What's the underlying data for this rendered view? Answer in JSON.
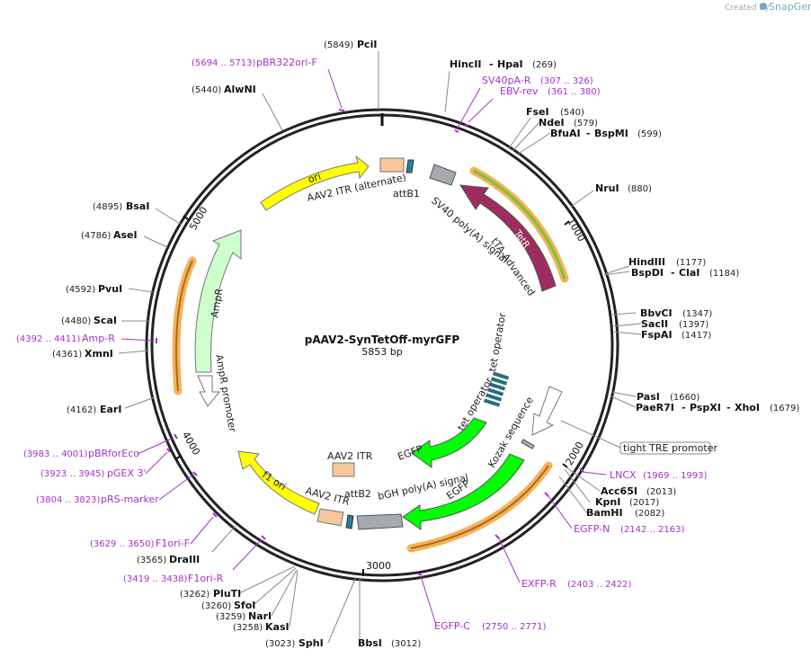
{
  "brand": {
    "created_by": "Created by",
    "name": "SnapGene"
  },
  "plasmid": {
    "name": "pAAV2-SynTetOff-myrGFP",
    "size": "5853 bp"
  },
  "ticks": {
    "t1000": "1000",
    "t2000": "2000",
    "t3000": "3000",
    "t4000": "4000",
    "t5000": "5000"
  },
  "enzymes": {
    "pcii": {
      "name": "PciI",
      "pos": "(5849)"
    },
    "alwni": {
      "name": "AlwNI",
      "pos": "(5440)"
    },
    "hincii": {
      "name": "HincII",
      "name2": "HpaI",
      "pos": "(269)"
    },
    "fsei": {
      "name": "FseI",
      "pos": "(540)"
    },
    "ndei": {
      "name": "NdeI",
      "pos": "(579)"
    },
    "bfuai": {
      "name": "BfuAI",
      "name2": "BspMI",
      "pos": "(599)"
    },
    "nrui": {
      "name": "NruI",
      "pos": "(880)"
    },
    "hindiii": {
      "name": "HindIII",
      "pos": "(1177)"
    },
    "bspdi": {
      "name": "BspDI",
      "name2": "ClaI",
      "pos": "(1184)"
    },
    "bbvci": {
      "name": "BbvCI",
      "pos": "(1347)"
    },
    "sacii": {
      "name": "SacII",
      "pos": "(1397)"
    },
    "fspai": {
      "name": "FspAI",
      "pos": "(1417)"
    },
    "pasi": {
      "name": "PasI",
      "pos": "(1660)"
    },
    "paer7i": {
      "name": "PaeR7I",
      "name2": "PspXI",
      "name3": "XhoI",
      "pos": "(1679)"
    },
    "acc65i": {
      "name": "Acc65I",
      "pos": "(2013)"
    },
    "kpni": {
      "name": "KpnI",
      "pos": "(2017)"
    },
    "bamhi": {
      "name": "BamHI",
      "pos": "(2082)"
    },
    "bsai": {
      "name": "BsaI",
      "pos": "(4895)"
    },
    "asei": {
      "name": "AseI",
      "pos": "(4786)"
    },
    "pvui": {
      "name": "PvuI",
      "pos": "(4592)"
    },
    "scai": {
      "name": "ScaI",
      "pos": "(4480)"
    },
    "xmni": {
      "name": "XmnI",
      "pos": "(4361)"
    },
    "eari": {
      "name": "EarI",
      "pos": "(4162)"
    },
    "draiii": {
      "name": "DraIII",
      "pos": "(3565)"
    },
    "pluti": {
      "name": "PluTI",
      "pos": "(3262)"
    },
    "sfoi": {
      "name": "SfoI",
      "pos": "(3260)"
    },
    "nari": {
      "name": "NarI",
      "pos": "(3259)"
    },
    "kasi": {
      "name": "KasI",
      "pos": "(3258)"
    },
    "sphi": {
      "name": "SphI",
      "pos": "(3023)"
    },
    "bbsi": {
      "name": "BbsI",
      "pos": "(3012)"
    }
  },
  "primers": {
    "pbr322": {
      "name": "pBR322ori-F",
      "pos": "(5694 .. 5713)"
    },
    "sv40pa": {
      "name": "SV40pA-R",
      "pos": "(307 .. 326)"
    },
    "ebv": {
      "name": "EBV-rev",
      "pos": "(361 .. 380)"
    },
    "ampr": {
      "name": "Amp-R",
      "pos": "(4392 .. 4411)"
    },
    "pbrfor": {
      "name": "pBRforEco",
      "pos": "(3983 .. 4001)"
    },
    "pgex": {
      "name": "pGEX 3'",
      "pos": "(3923 .. 3945)"
    },
    "prs": {
      "name": "pRS-marker",
      "pos": "(3804 .. 3823)"
    },
    "f1orif": {
      "name": "F1ori-F",
      "pos": "(3629 .. 3650)"
    },
    "f1orir": {
      "name": "F1ori-R",
      "pos": "(3419 .. 3438)"
    },
    "lncx": {
      "name": "LNCX",
      "pos": "(1969 .. 1993)"
    },
    "egfpn": {
      "name": "EGFP-N",
      "pos": "(2142 .. 2163)"
    },
    "exfpr": {
      "name": "EXFP-R",
      "pos": "(2403 .. 2422)"
    },
    "egfpc": {
      "name": "EGFP-C",
      "pos": "(2750 .. 2771)"
    }
  },
  "features": {
    "ori": "ori",
    "aav2_itr_alt": "AAV2 ITR (alternate)",
    "attb1": "attB1",
    "sv40_polya": "SV40 poly(A) signal",
    "tetr": "TetR",
    "tta_advanced": "tTA-Advanced",
    "ampr": "AmpR",
    "ampr_promoter": "AmpR promoter",
    "tet_operator1": "tet operator",
    "tet_operator2": "tet operator",
    "tre_promoter": "tight TRE promoter",
    "kozak": "Kozak sequence",
    "egfp1": "EGFP",
    "egfp2": "EGFP",
    "aav2_itr": "AAV2 ITR",
    "aav2_itr2": "AAV2 ITR",
    "attb2": "attB2",
    "bgh_polya": "bGH poly(A) signal",
    "f1_ori": "f1 ori"
  },
  "colors": {
    "ori": "#ffff00",
    "ampr": "#ccffcc",
    "tetr": "#9c2d5e",
    "egfp": "#00ff00",
    "itr": "#f7c79d",
    "polya": "#a6a9ad",
    "primer": "#a531c9",
    "tet_operator": "#2b6e7d",
    "attb": "#2a7fa3"
  }
}
